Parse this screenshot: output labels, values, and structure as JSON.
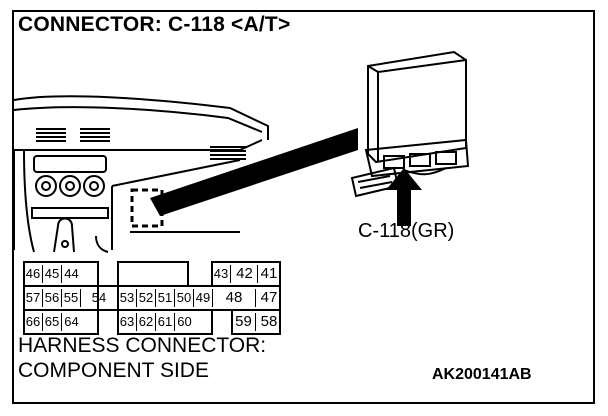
{
  "title": "CONNECTOR: C-118 <A/T>",
  "connector_label": "C-118(GR)",
  "footer_line1": "HARNESS CONNECTOR:",
  "footer_line2": "COMPONENT SIDE",
  "figure_code": "AK200141AB",
  "pins": {
    "row1": [
      "46",
      "45",
      "44",
      "43",
      "42",
      "41"
    ],
    "row2": [
      "57",
      "56",
      "55",
      "54",
      "53",
      "52",
      "51",
      "50",
      "49",
      "48",
      "47"
    ],
    "row3": [
      "66",
      "65",
      "64",
      "63",
      "62",
      "61",
      "60",
      "59",
      "58"
    ]
  }
}
